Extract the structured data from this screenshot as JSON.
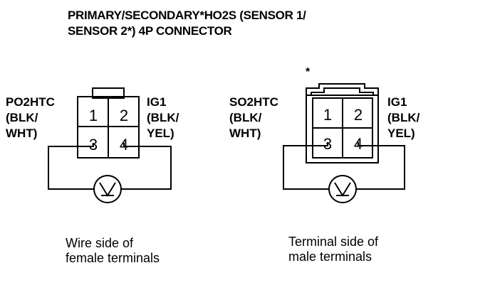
{
  "title": {
    "line1": "PRIMARY/SECONDARY*HO2S (SENSOR 1/",
    "line2": "SENSOR 2*) 4P CONNECTOR"
  },
  "left": {
    "label_left": [
      "PO2HTC",
      "(BLK/",
      "WHT)"
    ],
    "label_right": [
      "IG1",
      "(BLK/",
      "YEL)"
    ],
    "pins": [
      "1",
      "2",
      "3",
      "4"
    ],
    "caption": [
      "Wire side of",
      "female terminals"
    ]
  },
  "right": {
    "asterisk": "*",
    "label_left": [
      "SO2HTC",
      "(BLK/",
      "WHT)"
    ],
    "label_right": [
      "IG1",
      "(BLK/",
      "YEL)"
    ],
    "pins": [
      "1",
      "2",
      "3",
      "4"
    ],
    "caption": [
      "Terminal side of",
      "male terminals"
    ]
  },
  "colors": {
    "ink": "#000000",
    "paper": "#ffffff"
  },
  "icons": {
    "meter": "voltmeter-icon"
  }
}
